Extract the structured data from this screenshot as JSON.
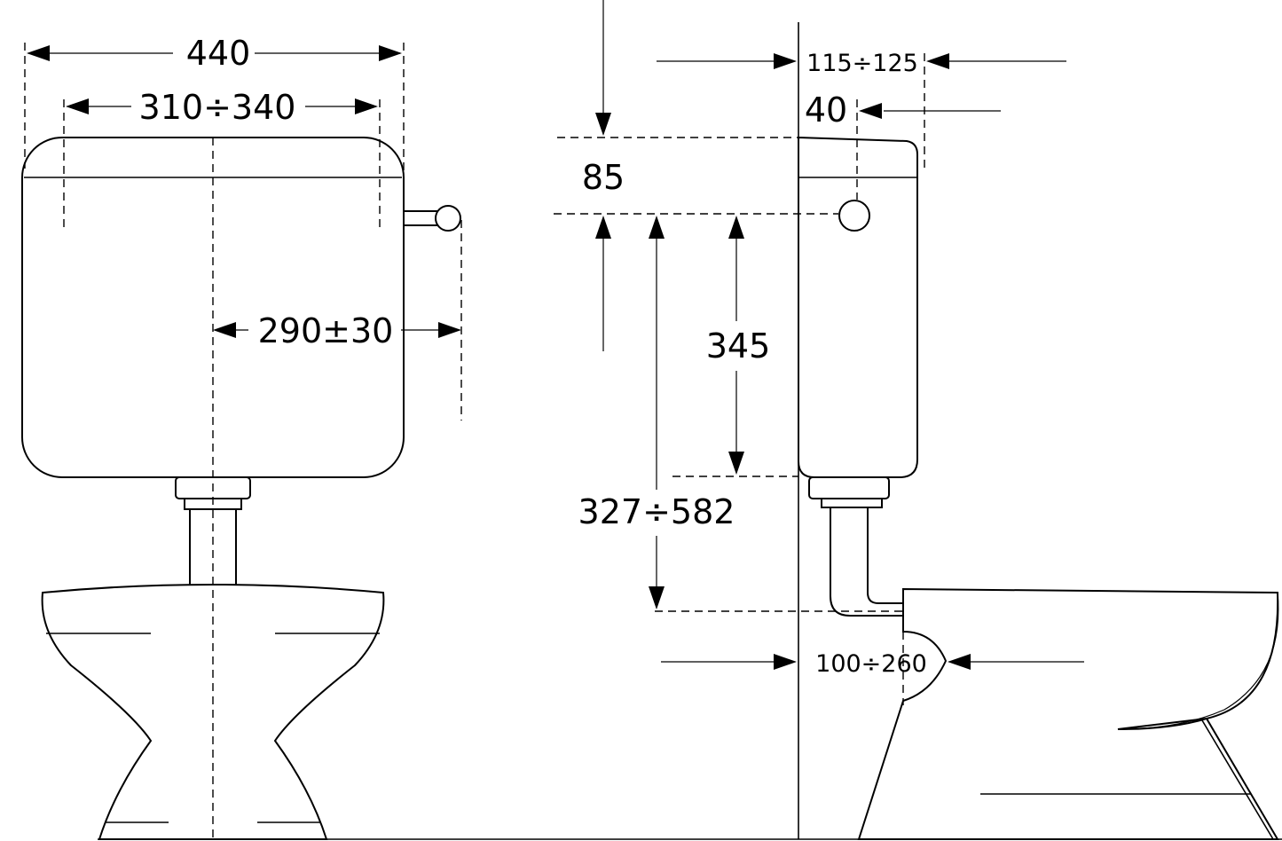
{
  "dimensions": {
    "overall_width": "440",
    "inlet_spacing": "310÷340",
    "lever_offset": "290±30",
    "wall_to_front": "115÷125",
    "button_setback": "40",
    "button_drop": "85",
    "tank_height_to_button": "345",
    "flush_pipe_height": "327÷582",
    "wall_to_bowl_outlet": "100÷260"
  },
  "colors": {
    "stroke": "#000000",
    "background": "#ffffff"
  }
}
